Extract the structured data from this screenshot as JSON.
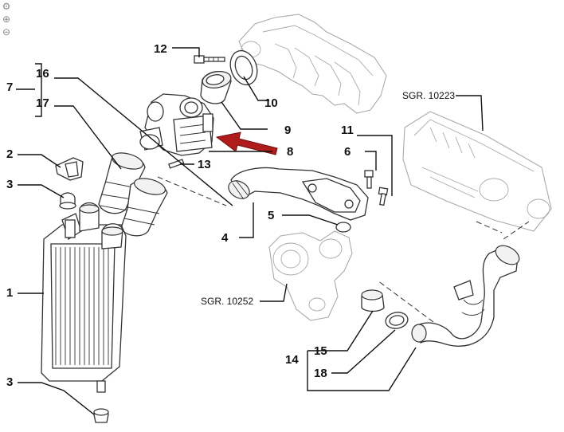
{
  "toolbar": {
    "zoom_in_icon": "magnifier-plus",
    "zoom_out_icon": "magnifier-minus",
    "other_icon": "gear"
  },
  "callouts": {
    "c1": "1",
    "c2": "2",
    "c3a": "3",
    "c3b": "3",
    "c4": "4",
    "c5": "5",
    "c6": "6",
    "c7": "7",
    "c8": "8",
    "c9": "9",
    "c10": "10",
    "c11": "11",
    "c12": "12",
    "c13": "13",
    "c14": "14",
    "c15": "15",
    "c16": "16",
    "c17": "17",
    "c18": "18"
  },
  "references": {
    "sgr_top": "SGR. 10223",
    "sgr_mid": "SGR. 10252"
  },
  "highlight": {
    "arrow_color": "#b01c1c",
    "target": "8"
  }
}
